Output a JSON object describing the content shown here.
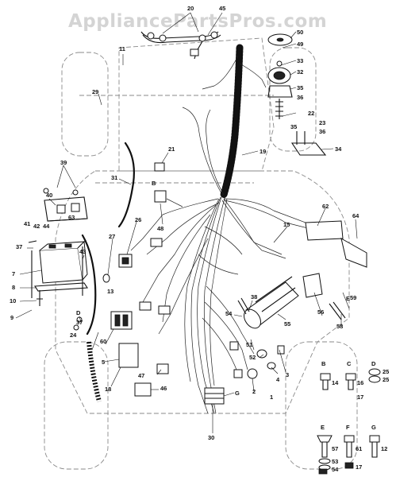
{
  "watermark": "AppliancePartsPros.com",
  "callouts": [
    {
      "id": "c20",
      "text": "20"
    },
    {
      "id": "c45",
      "text": "45"
    },
    {
      "id": "c50",
      "text": "50"
    },
    {
      "id": "c49",
      "text": "49"
    },
    {
      "id": "c11",
      "text": "11"
    },
    {
      "id": "c33",
      "text": "33"
    },
    {
      "id": "c32",
      "text": "32"
    },
    {
      "id": "c35",
      "text": "35"
    },
    {
      "id": "c36a",
      "text": "36"
    },
    {
      "id": "c29",
      "text": "29"
    },
    {
      "id": "c22",
      "text": "22"
    },
    {
      "id": "c35b",
      "text": "35"
    },
    {
      "id": "c23",
      "text": "23"
    },
    {
      "id": "c36b",
      "text": "36"
    },
    {
      "id": "c19",
      "text": "19"
    },
    {
      "id": "c34",
      "text": "34"
    },
    {
      "id": "c21",
      "text": "21"
    },
    {
      "id": "c39",
      "text": "39"
    },
    {
      "id": "c31",
      "text": "31"
    },
    {
      "id": "cB1",
      "text": "B"
    },
    {
      "id": "c40",
      "text": "40"
    },
    {
      "id": "c63",
      "text": "63"
    },
    {
      "id": "c48",
      "text": "48"
    },
    {
      "id": "c62",
      "text": "62"
    },
    {
      "id": "c64",
      "text": "64"
    },
    {
      "id": "c41",
      "text": "41"
    },
    {
      "id": "c42",
      "text": "42"
    },
    {
      "id": "c44",
      "text": "44"
    },
    {
      "id": "c26",
      "text": "26"
    },
    {
      "id": "c15",
      "text": "15"
    },
    {
      "id": "c37a",
      "text": "37"
    },
    {
      "id": "c43",
      "text": "43"
    },
    {
      "id": "c27",
      "text": "27"
    },
    {
      "id": "c7",
      "text": "7"
    },
    {
      "id": "c8",
      "text": "8"
    },
    {
      "id": "c13",
      "text": "13"
    },
    {
      "id": "c10",
      "text": "10"
    },
    {
      "id": "c37b",
      "text": "37"
    },
    {
      "id": "c9",
      "text": "9"
    },
    {
      "id": "c38",
      "text": "38"
    },
    {
      "id": "cE1",
      "text": "E"
    },
    {
      "id": "c59",
      "text": "59"
    },
    {
      "id": "c54",
      "text": "54"
    },
    {
      "id": "c56",
      "text": "56"
    },
    {
      "id": "c55",
      "text": "55"
    },
    {
      "id": "c58",
      "text": "58"
    },
    {
      "id": "cD1",
      "text": "D"
    },
    {
      "id": "c24",
      "text": "24"
    },
    {
      "id": "c60",
      "text": "60"
    },
    {
      "id": "c51",
      "text": "51"
    },
    {
      "id": "c5",
      "text": "5"
    },
    {
      "id": "c52",
      "text": "52"
    },
    {
      "id": "c3",
      "text": "3"
    },
    {
      "id": "c4",
      "text": "4"
    },
    {
      "id": "c18",
      "text": "18"
    },
    {
      "id": "c47",
      "text": "47"
    },
    {
      "id": "c2",
      "text": "2"
    },
    {
      "id": "c1",
      "text": "1"
    },
    {
      "id": "c46",
      "text": "46"
    },
    {
      "id": "cG1",
      "text": "G"
    },
    {
      "id": "c30",
      "text": "30"
    }
  ],
  "hardware_key": [
    {
      "letter": "B",
      "parts": [
        "14"
      ]
    },
    {
      "letter": "C",
      "parts": [
        "16"
      ]
    },
    {
      "letter": "D",
      "parts": [
        "25",
        "25"
      ]
    },
    {
      "letter": "E",
      "parts": [
        "57",
        "53",
        "54"
      ]
    },
    {
      "letter": "F",
      "parts": [
        "61",
        "17"
      ]
    },
    {
      "letter": "G",
      "parts": [
        "12"
      ]
    }
  ],
  "hardware_extra": {
    "c17a": "17"
  }
}
